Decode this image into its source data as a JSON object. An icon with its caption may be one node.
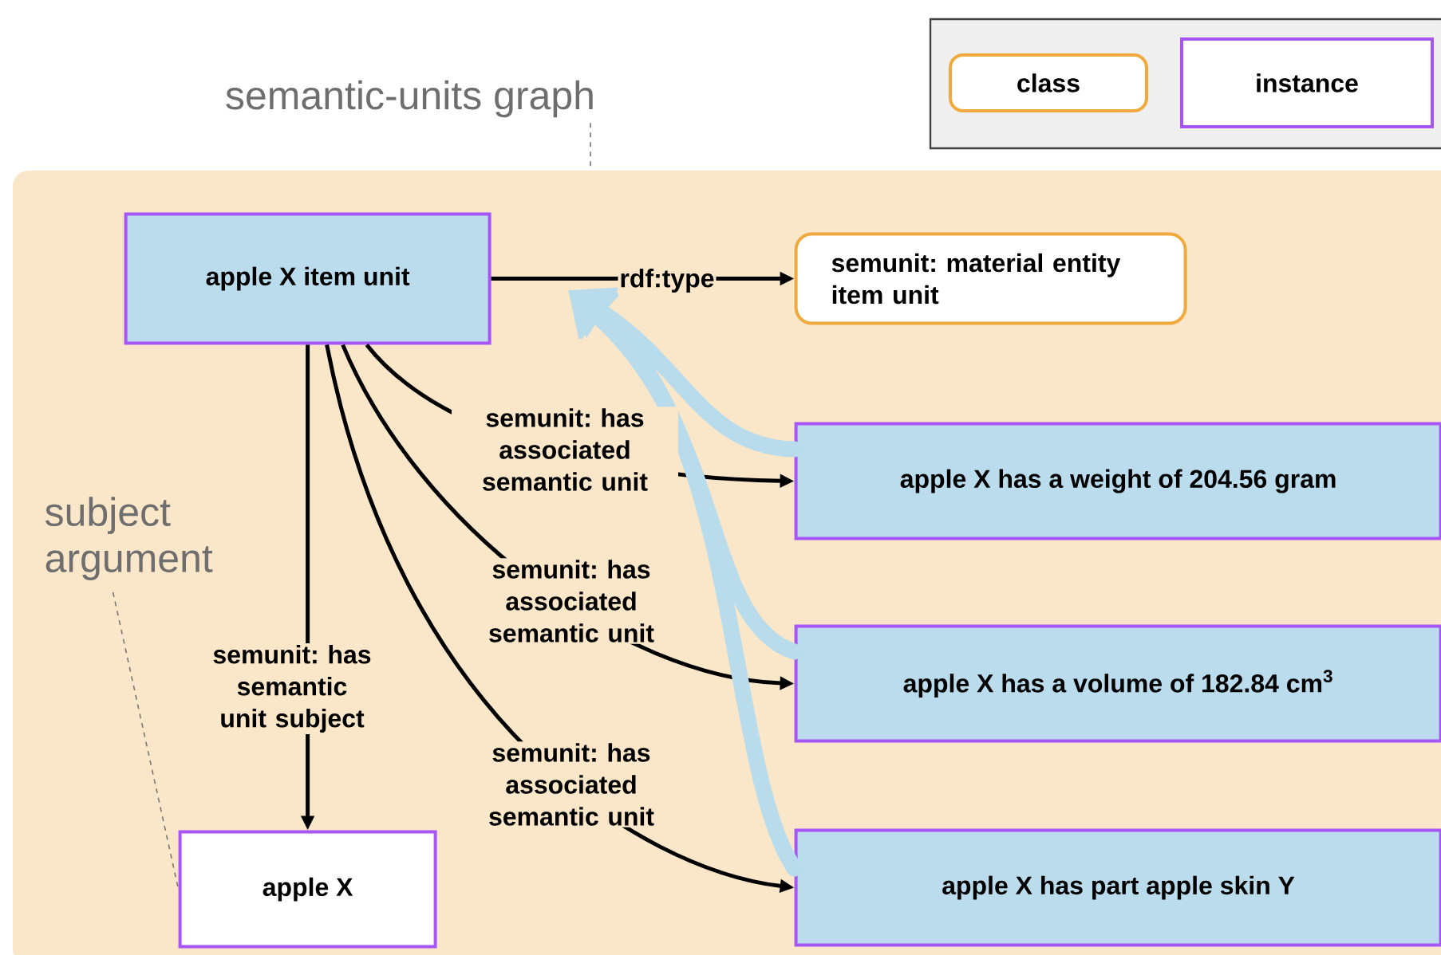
{
  "diagram": {
    "nodes": [
      {
        "text": [
          "semantic-units graph"
        ]
      },
      {
        "text": [],
        "shape": "box"
      },
      {
        "text": [
          "apple X item unit"
        ],
        "in": 1
      },
      {
        "text": [
          "semunit: material entity item unit"
        ],
        "in": 1
      },
      {
        "text": [
          "apple X has a weight of 204.56 gram"
        ],
        "in": 1
      },
      {
        "text": [
          "apple X has a volume of 182.84 cm$^{3}$"
        ],
        "in": 1
      },
      {
        "text": [
          "apple X has part apple skin Y"
        ],
        "in": 1
      },
      {
        "text": [
          "subject argument"
        ],
        "in": 1
      },
      {
        "text": [
          "apple X"
        ],
        "in": 1
      }
    ],
    "edges": [
      {
        "from": 0,
        "to": 1,
        "arrow": "none",
        "style": "dashed",
        "color": "#777777"
      },
      {
        "from": 2,
        "to": 3,
        "arrow": "to",
        "label": "rdf:type"
      },
      {
        "from": 2,
        "to": 4,
        "arrow": "to",
        "label": "semunit: has associated semantic unit"
      },
      {
        "from": 2,
        "to": 5,
        "arrow": "to",
        "label": "semunit: has associated semantic unit"
      },
      {
        "from": 2,
        "to": 6,
        "arrow": "to",
        "label": "semunit: has associated semantic unit"
      },
      {
        "from": 2,
        "to": 8,
        "arrow": "to",
        "label": "semunit: has semantic unit subject"
      },
      {
        "from": 7,
        "to": 8,
        "arrow": "none",
        "style": "dashed",
        "color": "#777777"
      },
      {
        "from": 4,
        "to": null,
        "arrow": "to",
        "style": "thick",
        "color": "#b8dcec"
      },
      {
        "from": 5,
        "to": null,
        "arrow": "to",
        "style": "thick",
        "color": "#b8dcec"
      },
      {
        "from": 6,
        "to": null,
        "arrow": "to",
        "style": "thick",
        "color": "#b8dcec"
      }
    ],
    "legend": [
      {
        "text": "class"
      },
      {
        "text": "instance"
      }
    ]
  }
}
